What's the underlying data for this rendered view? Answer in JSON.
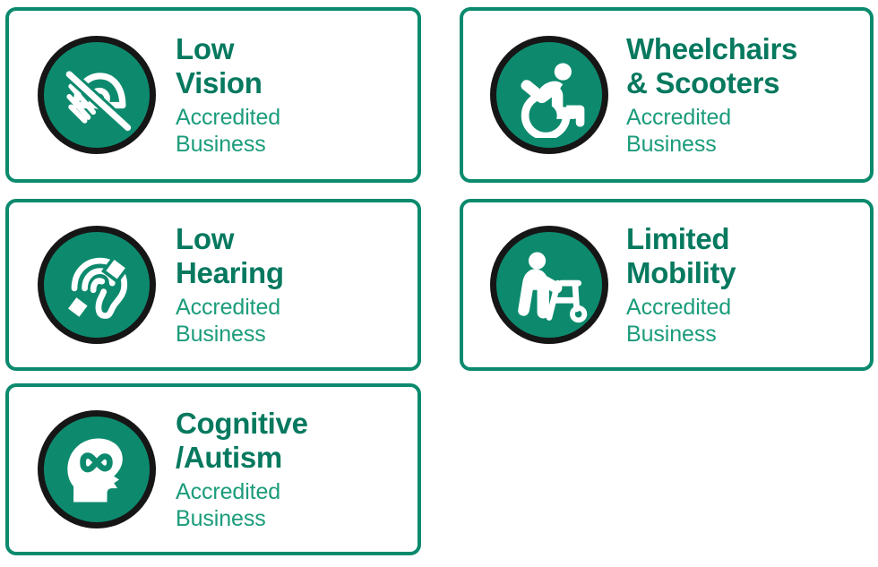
{
  "page": {
    "kind": "accessibility-accreditation-badge-set",
    "background_color": "#ffffff",
    "accent_green": "#0d8a6e",
    "title_green": "#06795f",
    "subtitle_green": "#1b9c7b",
    "icon_ring_black": "#161616",
    "card_border_green": "#0b8a6d",
    "common_subtitle": "Accredited\nBusiness"
  },
  "badges": [
    {
      "id": "low-vision",
      "title": "Low\nVision",
      "title_line1": "Low",
      "title_line2": "Vision",
      "subtitle": "Accredited\nBusiness",
      "subtitle_line1": "Accredited",
      "subtitle_line2": "Business",
      "icon_name": "low-vision-icon",
      "column": "left",
      "row": 1
    },
    {
      "id": "wheelchairs-scooters",
      "title": "Wheelchairs\n& Scooters",
      "title_line1": "Wheelchairs",
      "title_line2": "& Scooters",
      "subtitle": "Accredited\nBusiness",
      "subtitle_line1": "Accredited",
      "subtitle_line2": "Business",
      "icon_name": "wheelchair-icon",
      "column": "right",
      "row": 1
    },
    {
      "id": "low-hearing",
      "title": "Low\nHearing",
      "title_line1": "Low",
      "title_line2": "Hearing",
      "subtitle": "Accredited\nBusiness",
      "subtitle_line1": "Accredited",
      "subtitle_line2": "Business",
      "icon_name": "low-hearing-icon",
      "column": "left",
      "row": 2
    },
    {
      "id": "limited-mobility",
      "title": "Limited\nMobility",
      "title_line1": "Limited",
      "title_line2": "Mobility",
      "subtitle": "Accredited\nBusiness",
      "subtitle_line1": "Accredited",
      "subtitle_line2": "Business",
      "icon_name": "walker-mobility-icon",
      "column": "right",
      "row": 2
    },
    {
      "id": "cognitive-autism",
      "title": "Cognitive\n/Autism",
      "title_line1": "Cognitive",
      "title_line2": "/Autism",
      "subtitle": "Accredited\nBusiness",
      "subtitle_line1": "Accredited",
      "subtitle_line2": "Business",
      "icon_name": "cognitive-autism-head-icon",
      "column": "left",
      "row": 3
    }
  ]
}
